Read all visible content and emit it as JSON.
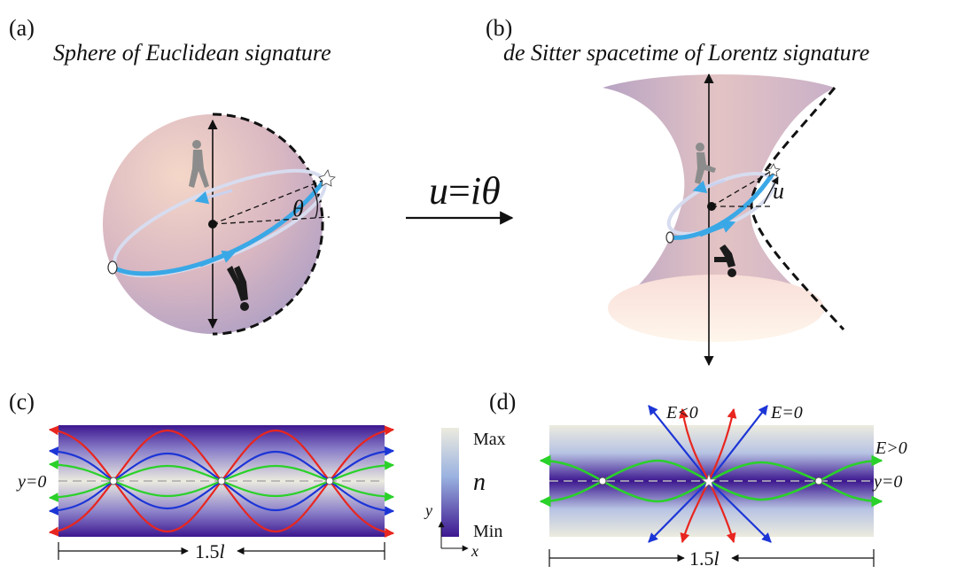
{
  "panels": {
    "a": {
      "label": "(a)",
      "title": "Sphere of Euclidean signature",
      "angle_symbol": "θ"
    },
    "b": {
      "label": "(b)",
      "title": "de Sitter spacetime of Lorentz signature",
      "param_symbol": "u"
    },
    "c": {
      "label": "(c)",
      "y_label": "y=0",
      "width_label_num": "1.5",
      "width_label_var": "l"
    },
    "d": {
      "label": "(d)",
      "e_neg": "E<0",
      "e_zero": "E=0",
      "e_pos": "E>0",
      "y_label": "y=0",
      "width_label_num": "1.5",
      "width_label_var": "l"
    }
  },
  "transform": {
    "u": "u",
    "eq": "=",
    "i": "i",
    "theta": "θ"
  },
  "colorbar": {
    "max_label": "Max",
    "min_label": "Min",
    "quantity": "n",
    "axis_x": "x",
    "axis_y": "y"
  },
  "colors": {
    "red": "#e8261f",
    "blue": "#1c35d6",
    "green": "#2ad12a",
    "cyan": "#3aa8e6",
    "dark_purple": "#3d1790",
    "light": "#ecebdf"
  },
  "icons": [
    "runner-figure-icon",
    "arrow-icon",
    "dashed-axis-line"
  ]
}
